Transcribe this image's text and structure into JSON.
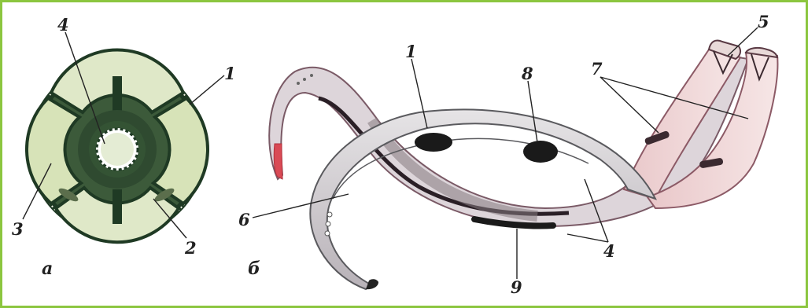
{
  "figure": {
    "border_color": "#8cc63f",
    "panel_a": {
      "panel_label": "а",
      "labels": [
        "1",
        "2",
        "3",
        "4"
      ]
    },
    "panel_b": {
      "panel_label": "б",
      "labels": [
        "1",
        "4",
        "5",
        "6",
        "7",
        "8",
        "9"
      ]
    }
  }
}
